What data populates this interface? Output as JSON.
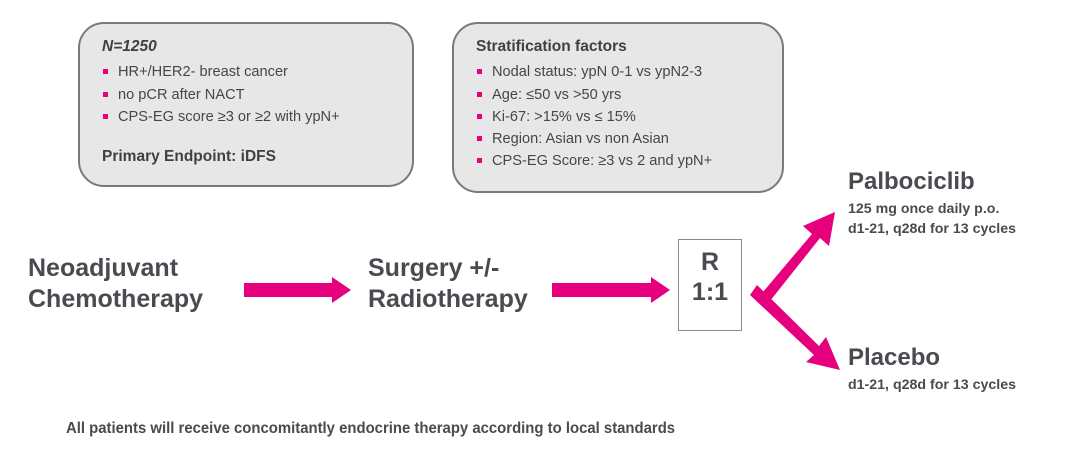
{
  "accent_color": "#e6007e",
  "text_color": "#46464b",
  "box_fill": "#e7e7e7",
  "box_border": "#7a7a7a",
  "criteria_box": {
    "title": "N=1250",
    "items": [
      "HR+/HER2- breast cancer",
      "no pCR after NACT",
      "CPS-EG score ≥3 or ≥2 with ypN+"
    ],
    "endpoint": "Primary Endpoint: iDFS"
  },
  "stratification_box": {
    "title": "Stratification factors",
    "items": [
      "Nodal status: ypN 0-1 vs ypN2-3",
      "Age: ≤50 vs >50 yrs",
      "Ki-67: >15% vs ≤ 15%",
      "Region: Asian vs non Asian",
      "CPS-EG Score: ≥3 vs 2 and ypN+"
    ]
  },
  "flow": {
    "stage1_line1": "Neoadjuvant",
    "stage1_line2": "Chemotherapy",
    "stage2_line1": "Surgery +/-",
    "stage2_line2": "Radiotherapy",
    "randomization_letter": "R",
    "randomization_ratio": "1:1"
  },
  "arms": [
    {
      "name": "Palbociclib",
      "detail_line1": "125 mg once daily p.o.",
      "detail_line2": "d1-21, q28d for 13 cycles"
    },
    {
      "name": "Placebo",
      "detail_line1": "d1-21, q28d for 13 cycles",
      "detail_line2": ""
    }
  ],
  "footnote": "All patients will receive concomitantly endocrine therapy according to local standards"
}
